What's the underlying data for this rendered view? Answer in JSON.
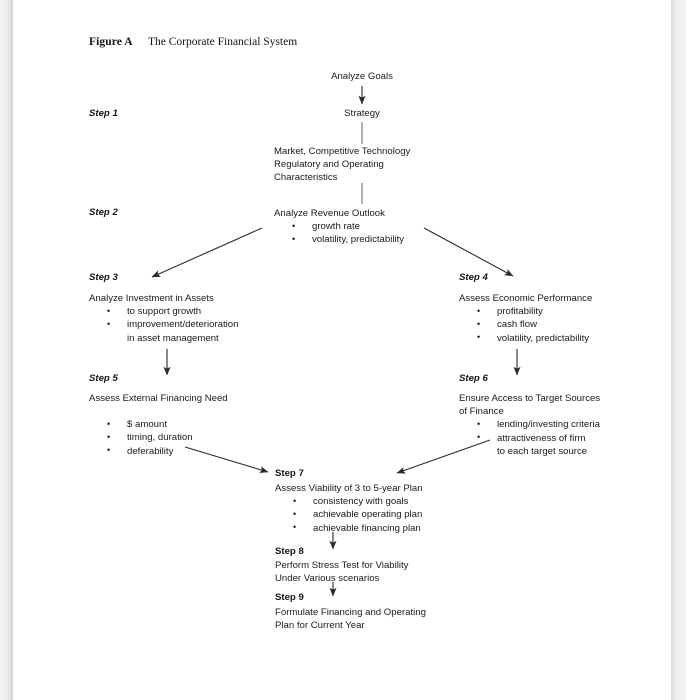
{
  "figure": {
    "label": "Figure A",
    "title": "The Corporate Financial System"
  },
  "steps": {
    "s1": "Step 1",
    "s2": "Step 2",
    "s3": "Step 3",
    "s4": "Step 4",
    "s5": "Step 5",
    "s6": "Step 6",
    "s7": "Step 7",
    "s8": "Step 8",
    "s9": "Step 9"
  },
  "nodes": {
    "analyze_goals": {
      "heading": "Analyze Goals"
    },
    "strategy": {
      "heading": "Strategy"
    },
    "market": {
      "line1": "Market, Competitive Technology",
      "line2": "Regulatory and Operating",
      "line3": "Characteristics"
    },
    "revenue_outlook": {
      "heading": "Analyze Revenue Outlook",
      "bullets": [
        "growth rate",
        "volatility, predictability"
      ]
    },
    "investment_assets": {
      "heading": "Analyze Investment in Assets",
      "bullets": [
        "to support growth",
        "improvement/deterioration"
      ],
      "bullet2_cont": "in asset management"
    },
    "economic_performance": {
      "heading": "Assess Economic Performance",
      "bullets": [
        "profitability",
        "cash flow",
        "volatility, predictability"
      ]
    },
    "external_financing": {
      "heading": "Assess External Financing Need",
      "bullets": [
        "$ amount",
        "timing, duration",
        "deferability"
      ]
    },
    "target_sources": {
      "heading_line1": "Ensure Access to Target Sources",
      "heading_line2": "of Finance",
      "bullets": [
        "lending/investing criteria",
        "attractiveness of firm"
      ],
      "bullet2_cont": "to each target source"
    },
    "viability": {
      "heading": "Assess Viability of 3 to 5-year Plan",
      "bullets": [
        "consistency with goals",
        "achievable operating plan",
        "achievable financing plan"
      ]
    },
    "stress_test": {
      "line1": "Perform Stress Test for Viability",
      "line2": "Under Various scenarios"
    },
    "formulate_plan": {
      "line1": "Formulate Financing and Operating",
      "line2": "Plan for Current Year"
    }
  },
  "colors": {
    "page_background": "#ffffff",
    "gutter": "#e9e9eb",
    "text": "#1a1a1a",
    "arrow": "#2b2b2b"
  }
}
